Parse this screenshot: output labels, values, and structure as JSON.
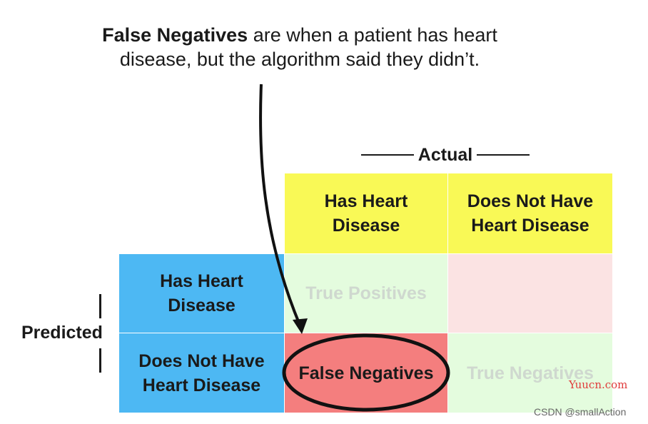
{
  "caption": {
    "bold": "False Negatives",
    "rest_line1": " are when a patient has heart",
    "line2": "disease, but the algorithm said they didn’t."
  },
  "actual_label": "Actual",
  "predicted_label": "Predicted",
  "columns": [
    "Has Heart Disease",
    "Does Not Have Heart Disease"
  ],
  "rows": [
    "Has Heart Disease",
    "Does Not Have Heart Disease"
  ],
  "cells": {
    "tp": "True Positives",
    "fp": "",
    "fn": "False Negatives",
    "tn": "True Negatives"
  },
  "colors": {
    "header": "#f9f956",
    "predicted": "#4db8f3",
    "true_cell": "#e4fcde",
    "false_cell": "#fbe3e3",
    "highlight": "#f47e7e"
  },
  "watermarks": [
    "Yuucn.com",
    "CSDN @smallAction"
  ]
}
